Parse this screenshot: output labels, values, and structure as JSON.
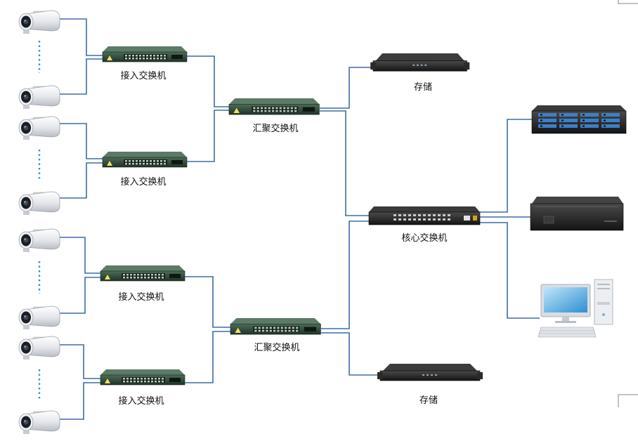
{
  "labels": {
    "access_switch": "接入交换机",
    "aggregation_switch": "汇聚交换机",
    "core_switch": "核心交换机",
    "storage": "存储"
  },
  "colors": {
    "wire": "#3b6ea5",
    "dots": "#3b8ed6",
    "access_switch_body": "#2f4a3a",
    "server_body": "#1f1f1f"
  },
  "icons": {
    "camera": "bullet-camera-icon",
    "access_switch": "switch-icon",
    "aggregation_switch": "switch-icon",
    "core_switch": "switch-icon",
    "storage": "rack-storage-icon",
    "disk_array": "disk-array-icon",
    "server": "server-icon",
    "workstation": "desktop-pc-icon"
  }
}
